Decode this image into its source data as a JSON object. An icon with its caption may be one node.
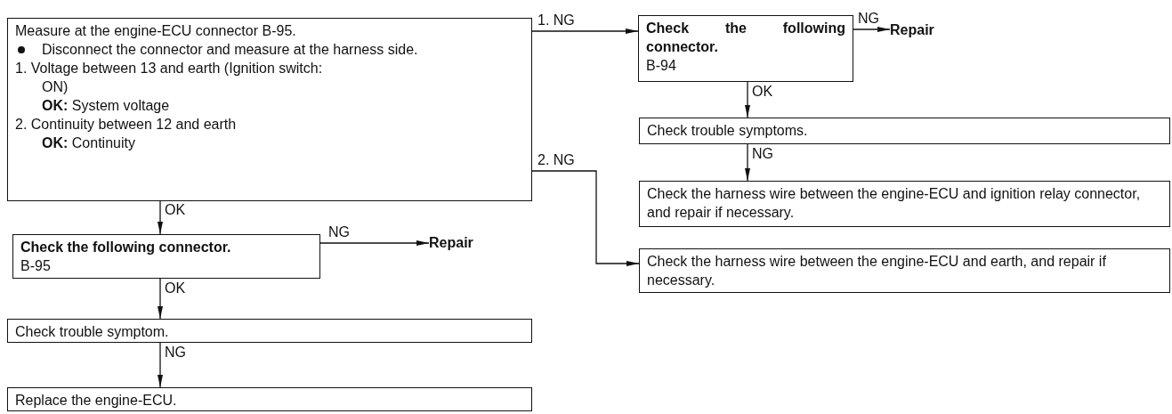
{
  "diagram": {
    "nodes": [
      {
        "text": [
          "Measure at the engine-ECU connector B-95.",
          "Disconnect the connector and measure at the harness side.",
          "1. Voltage between 13 and earth (Ignition switch: ON)",
          "**OK:** System voltage",
          "2. Continuity between 12 and earth",
          "**OK:** Continuity"
        ]
      },
      {
        "text": [
          "Check the following connector.",
          "B-95"
        ]
      },
      {
        "text": [
          "Repair"
        ]
      },
      {
        "text": [
          "Check trouble symptom."
        ]
      },
      {
        "text": [
          "Replace the engine-ECU."
        ]
      },
      {
        "text": [
          "Check the following connector.",
          "B-94"
        ]
      },
      {
        "text": [
          "Repair"
        ]
      },
      {
        "text": [
          "Check trouble symptoms."
        ]
      },
      {
        "text": [
          "Check the harness wire between the engine-ECU and ignition relay connector, and repair if necessary."
        ]
      },
      {
        "text": [
          "Check the harness wire between the engine-ECU and earth, and repair if necessary."
        ]
      }
    ],
    "edges": [
      {
        "from": 0,
        "to": 1,
        "arrow": "to",
        "label": "OK"
      },
      {
        "from": 1,
        "to": 2,
        "arrow": "to",
        "label": "NG"
      },
      {
        "from": 1,
        "to": 3,
        "arrow": "to",
        "label": "OK"
      },
      {
        "from": 3,
        "to": 4,
        "arrow": "to",
        "label": "NG"
      },
      {
        "from": 0,
        "to": 5,
        "arrow": "to",
        "label": "1. NG"
      },
      {
        "from": 5,
        "to": 6,
        "arrow": "to",
        "label": "NG"
      },
      {
        "from": 5,
        "to": 7,
        "arrow": "to",
        "label": "OK"
      },
      {
        "from": 7,
        "to": 8,
        "arrow": "to",
        "label": "NG"
      },
      {
        "from": 0,
        "to": 9,
        "arrow": "to",
        "label": "2. NG"
      }
    ]
  }
}
